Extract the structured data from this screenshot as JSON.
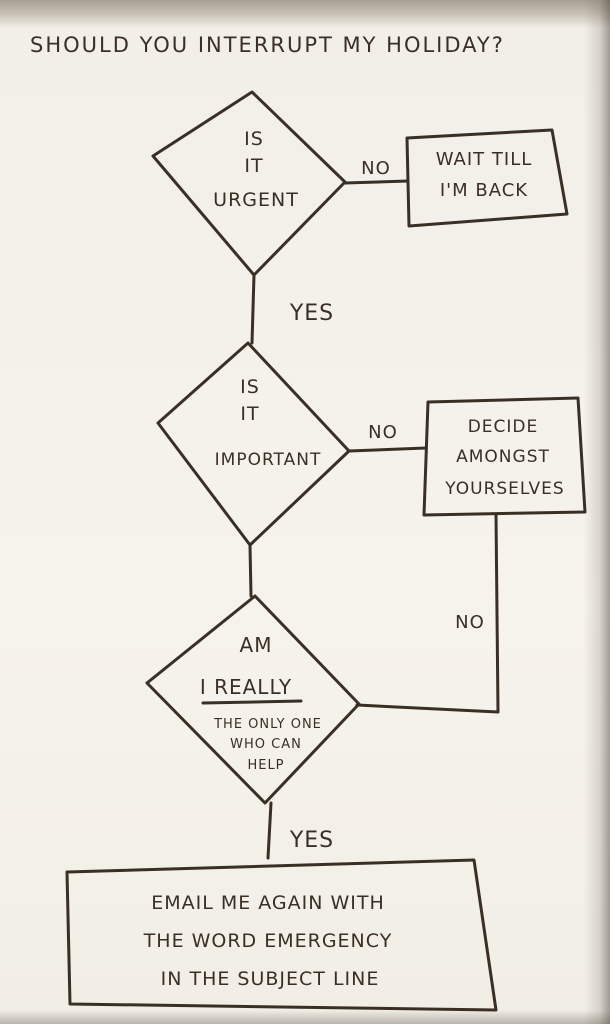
{
  "title": "SHOULD YOU INTERRUPT MY HOLIDAY?",
  "decisions": {
    "urgent": [
      "IS",
      "IT",
      "URGENT"
    ],
    "important": [
      "IS",
      "IT",
      "IMPORTANT"
    ],
    "only_one": [
      "AM",
      "I REALLY",
      "THE ONLY ONE",
      "WHO CAN",
      "HELP"
    ]
  },
  "outcomes": {
    "wait": [
      "WAIT TILL",
      "I'M BACK"
    ],
    "decide": [
      "DECIDE",
      "AMONGST",
      "YOURSELVES"
    ],
    "email": [
      "EMAIL ME AGAIN WITH",
      "THE WORD EMERGENCY",
      "IN THE SUBJECT LINE"
    ]
  },
  "edge_labels": {
    "urgent_no": "NO",
    "urgent_yes": "YES",
    "important_no": "NO",
    "only_one_no": "NO",
    "only_one_yes": "YES"
  }
}
